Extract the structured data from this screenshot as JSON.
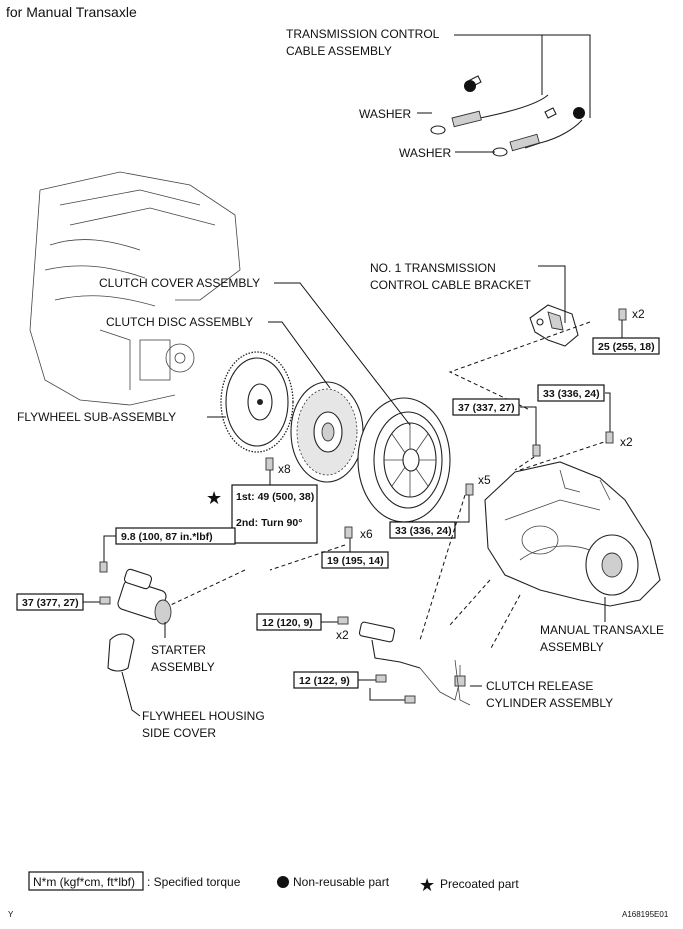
{
  "heading": "for Manual Transaxle",
  "labels": {
    "transmission_control_cable_1": "TRANSMISSION CONTROL",
    "transmission_control_cable_2": "CABLE ASSEMBLY",
    "washer_top": "WASHER",
    "washer_bottom": "WASHER",
    "bracket_1": "NO. 1 TRANSMISSION",
    "bracket_2": "CONTROL CABLE BRACKET",
    "clutch_cover": "CLUTCH COVER ASSEMBLY",
    "clutch_disc": "CLUTCH DISC ASSEMBLY",
    "flywheel": "FLYWHEEL SUB-ASSEMBLY",
    "manual_transaxle_1": "MANUAL TRANSAXLE",
    "manual_transaxle_2": "ASSEMBLY",
    "starter_1": "STARTER",
    "starter_2": "ASSEMBLY",
    "release_cyl_1": "CLUTCH RELEASE",
    "release_cyl_2": "CYLINDER ASSEMBLY",
    "housing_cover_1": "FLYWHEEL HOUSING",
    "housing_cover_2": "SIDE COVER"
  },
  "torques": {
    "bracket_bolt": "25 (255, 18)",
    "transaxle_upper_left": "37 (337, 27)",
    "transaxle_upper_right": "33 (336, 24)",
    "flywheel_step1": "1st: 49 (500, 38)",
    "flywheel_step2": "2nd: Turn 90°",
    "cover_bolt": "33 (336, 24)",
    "disc_bolt": "19 (195, 14)",
    "starter_top": "9.8 (100, 87 in.*lbf)",
    "starter_side": "37 (377, 27)",
    "release_upper": "12 (120, 9)",
    "release_lower": "12 (122, 9)"
  },
  "quantities": {
    "bracket_bolt": "x2",
    "transaxle_upper_right": "x2",
    "flywheel": "x8",
    "cover": "x5",
    "disc": "x6",
    "release_upper": "x2"
  },
  "legend": {
    "torque_box": "N*m (kgf*cm, ft*lbf)",
    "torque_text": ": Specified torque",
    "nonreusable": "Non-reusable part",
    "precoated": "Precoated part"
  },
  "footer": {
    "left": "Y",
    "right": "A168195E01"
  }
}
